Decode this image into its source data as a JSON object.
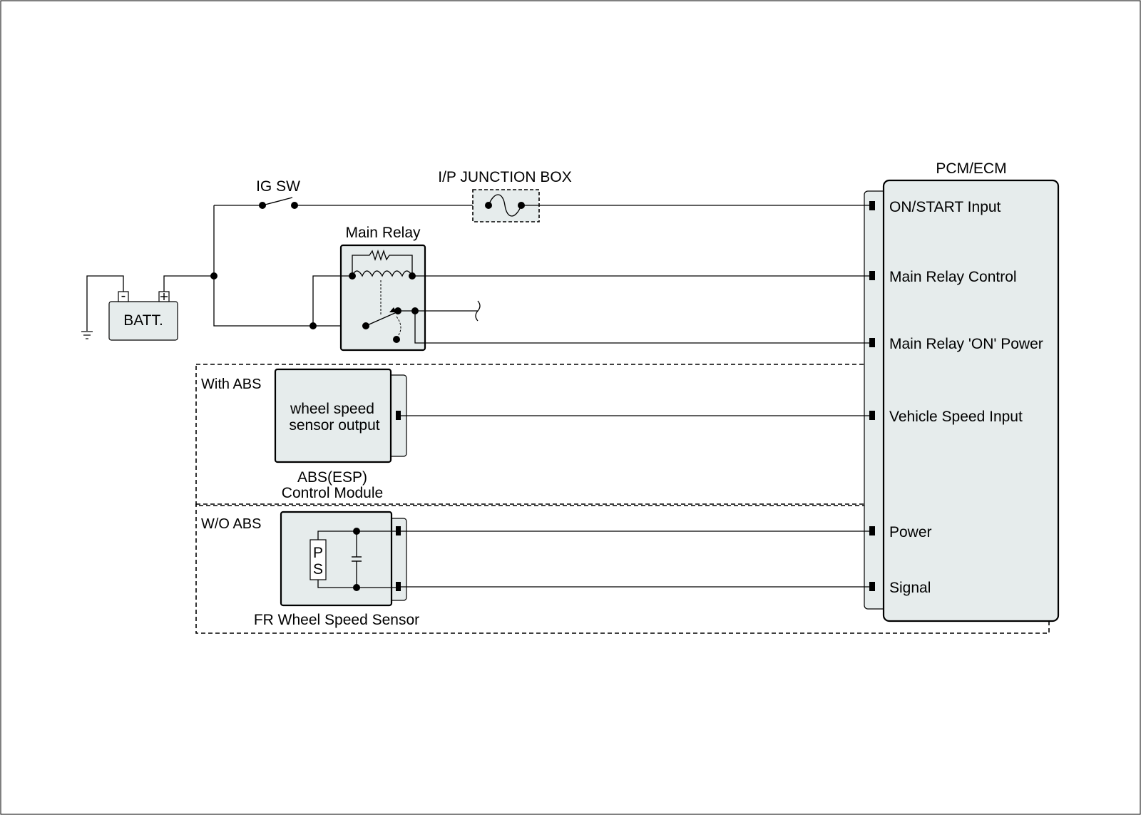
{
  "components": {
    "ig_switch": "IG SW",
    "junction_box": "I/P JUNCTION BOX",
    "main_relay": "Main Relay",
    "battery": "BATT.",
    "battery_neg": "-",
    "pcm": "PCM/ECM",
    "abs_module_line1": "ABS(ESP)",
    "abs_module_line2": "Control Module",
    "abs_output_line1": "wheel speed",
    "abs_output_line2": "sensor output",
    "wheel_sensor": "FR Wheel Speed Sensor",
    "wheel_sensor_p": "P",
    "wheel_sensor_s": "S"
  },
  "groups": {
    "with_abs": "With ABS",
    "without_abs": "W/O ABS"
  },
  "pcm_terminals": [
    "ON/START Input",
    "Main Relay Control",
    "Main Relay 'ON' Power",
    "Vehicle Speed Input",
    "Power",
    "Signal"
  ]
}
